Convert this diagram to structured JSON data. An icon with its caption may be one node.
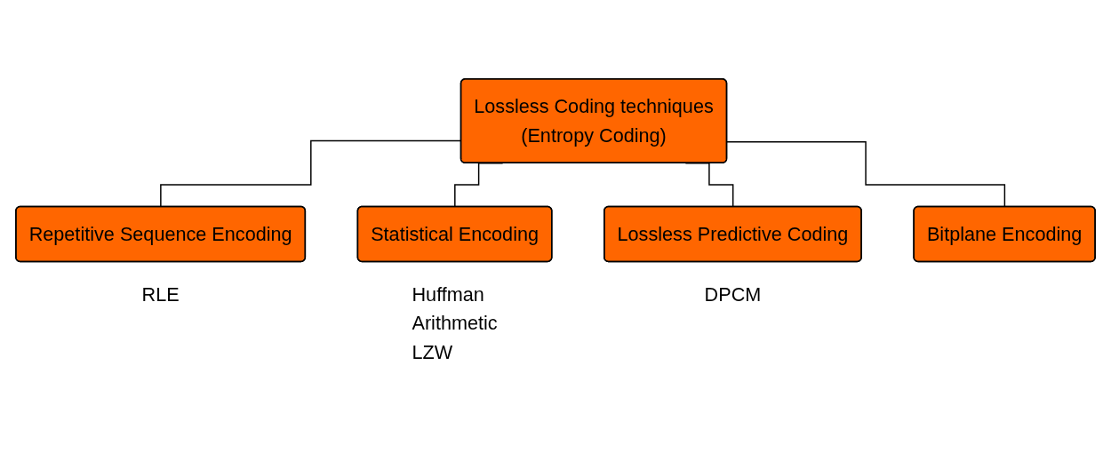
{
  "diagram": {
    "nodes": [
      {
        "text": [
          "Lossless Coding techniques",
          "(Entropy Coding)"
        ]
      },
      {
        "text": [
          "Repetitive Sequence Encoding"
        ],
        "beside": [
          "RLE"
        ]
      },
      {
        "text": [
          "Statistical Encoding"
        ],
        "beside": [
          "Huffman",
          "Arithmetic",
          "LZW"
        ]
      },
      {
        "text": [
          "Lossless Predictive Coding"
        ],
        "beside": [
          "DPCM"
        ]
      },
      {
        "text": [
          "Bitplane Encoding"
        ]
      }
    ],
    "edges": [
      {
        "from": 0,
        "to": 1,
        "arrow": "none"
      },
      {
        "from": 0,
        "to": 2,
        "arrow": "none"
      },
      {
        "from": 0,
        "to": 3,
        "arrow": "none"
      },
      {
        "from": 0,
        "to": 4,
        "arrow": "none"
      }
    ]
  }
}
